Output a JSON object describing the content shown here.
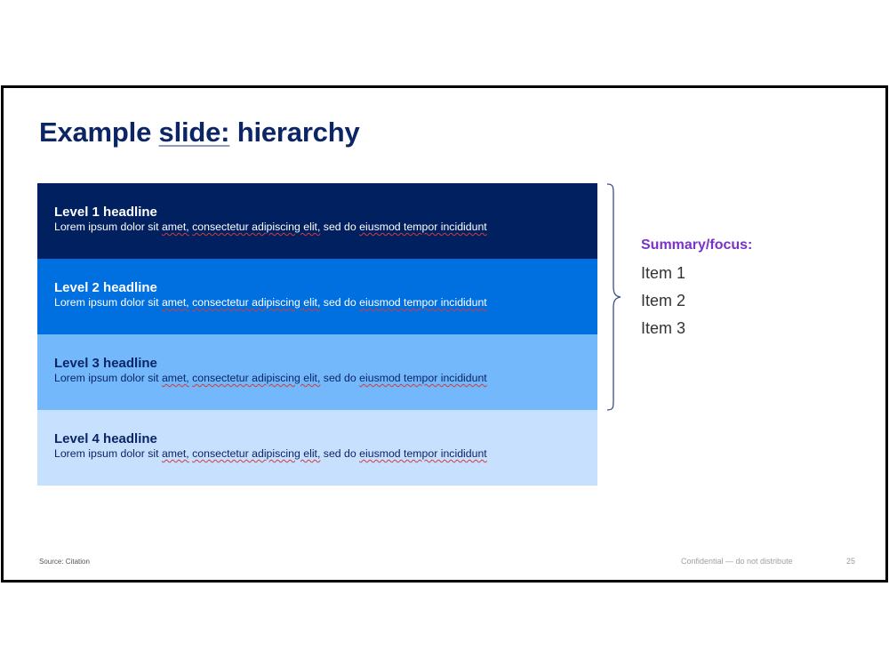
{
  "slide": {
    "title_part1": "Example ",
    "title_part2": "slide:",
    "title_part3": " hierarchy",
    "levels": [
      {
        "headline": "Level 1 headline",
        "body_pre": "Lorem ipsum dolor sit ",
        "body_w1": "amet,",
        "body_mid1": " ",
        "body_w2": "consectetur adipiscing elit,",
        "body_mid2": " sed do ",
        "body_w3": "eiusmod tempor incididunt",
        "color": "#002060"
      },
      {
        "headline": "Level 2 headline",
        "body_pre": "Lorem ipsum dolor sit ",
        "body_w1": "amet,",
        "body_mid1": " ",
        "body_w2": "consectetur adipiscing elit,",
        "body_mid2": " sed do ",
        "body_w3": "eiusmod tempor incididunt",
        "color": "#0070e0"
      },
      {
        "headline": "Level 3 headline",
        "body_pre": "Lorem ipsum dolor sit ",
        "body_w1": "amet,",
        "body_mid1": " ",
        "body_w2": "consectetur adipiscing elit,",
        "body_mid2": " sed do ",
        "body_w3": "eiusmod tempor incididunt",
        "color": "#72b8fb"
      },
      {
        "headline": "Level 4 headline",
        "body_pre": "Lorem ipsum dolor sit ",
        "body_w1": "amet,",
        "body_mid1": " ",
        "body_w2": "consectetur adipiscing elit,",
        "body_mid2": " sed do ",
        "body_w3": "eiusmod tempor incididunt",
        "color": "#c7e0fd"
      }
    ],
    "summary": {
      "label": "Summary/focus:",
      "items": [
        "Item 1",
        "Item 2",
        "Item 3"
      ]
    },
    "footer": {
      "source": "Source: Citation",
      "confidential": "Confidential — do not distribute",
      "page_number": "25"
    }
  },
  "colors": {
    "title": "#0b2566",
    "summary_label": "#7a32c8",
    "spellcheck": "#d33b3b"
  }
}
